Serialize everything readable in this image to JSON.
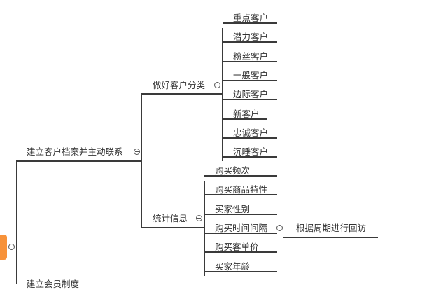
{
  "root": {
    "color": "#f7923a"
  },
  "branches": [
    {
      "label": "建立客户档案并主动联系",
      "children": [
        {
          "label": "做好客户分类",
          "children": [
            "重点客户",
            "潜力客户",
            "粉丝客户",
            "一般客户",
            "边际客户",
            "新客户",
            "忠诚客户",
            "沉睡客户"
          ]
        },
        {
          "label": "统计信息",
          "children": [
            "购买频次",
            "购买商品特性",
            "买家性别",
            "购买时间间隔",
            "购买客单价",
            "买家年龄"
          ],
          "sub": "根据周期进行回访"
        }
      ]
    },
    {
      "label": "建立会员制度"
    }
  ]
}
